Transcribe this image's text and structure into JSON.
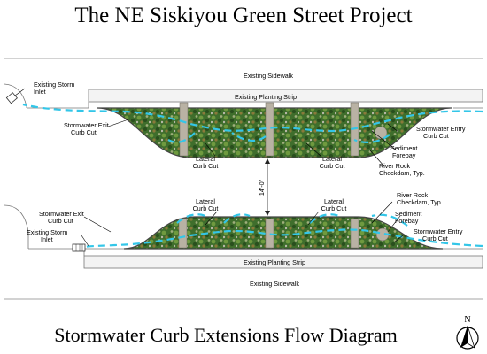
{
  "title": "The NE Siskiyou Green Street Project",
  "subtitle": "Stormwater Curb Extensions Flow Diagram",
  "north_label": "N",
  "dimension": "14'-0\"",
  "colors": {
    "flow": "#33c6e8",
    "planting": "#3c6b2a",
    "curb": "#555555"
  },
  "top_block": {
    "sidewalk": "Existing Sidewalk",
    "planting_strip": "Existing Planting Strip",
    "storm_inlet": [
      "Existing Storm",
      "Inlet"
    ],
    "exit_cut": [
      "Stormwater Exit",
      "Curb Cut"
    ],
    "lateral_left": [
      "Lateral",
      "Curb Cut"
    ],
    "lateral_right": [
      "Lateral",
      "Curb Cut"
    ],
    "sediment": [
      "Sediment",
      "Forebay"
    ],
    "entry_cut": [
      "Stormwater Entry",
      "Curb Cut"
    ],
    "river_rock": [
      "River Rock",
      "Checkdam, Typ."
    ]
  },
  "bottom_block": {
    "sidewalk": "Existing Sidewalk",
    "planting_strip": "Existing Planting Strip",
    "storm_inlet": [
      "Existing Storm",
      "Inlet"
    ],
    "exit_cut": [
      "Stormwater Exit",
      "Curb Cut"
    ],
    "lateral_left": [
      "Lateral",
      "Curb Cut"
    ],
    "lateral_right": [
      "Lateral",
      "Curb Cut"
    ],
    "river_rock": [
      "River Rock",
      "Checkdam, Typ."
    ],
    "sediment": [
      "Sediment",
      "Forebay"
    ],
    "entry_cut": [
      "Stormwater Entry",
      "Curb Cut"
    ]
  }
}
